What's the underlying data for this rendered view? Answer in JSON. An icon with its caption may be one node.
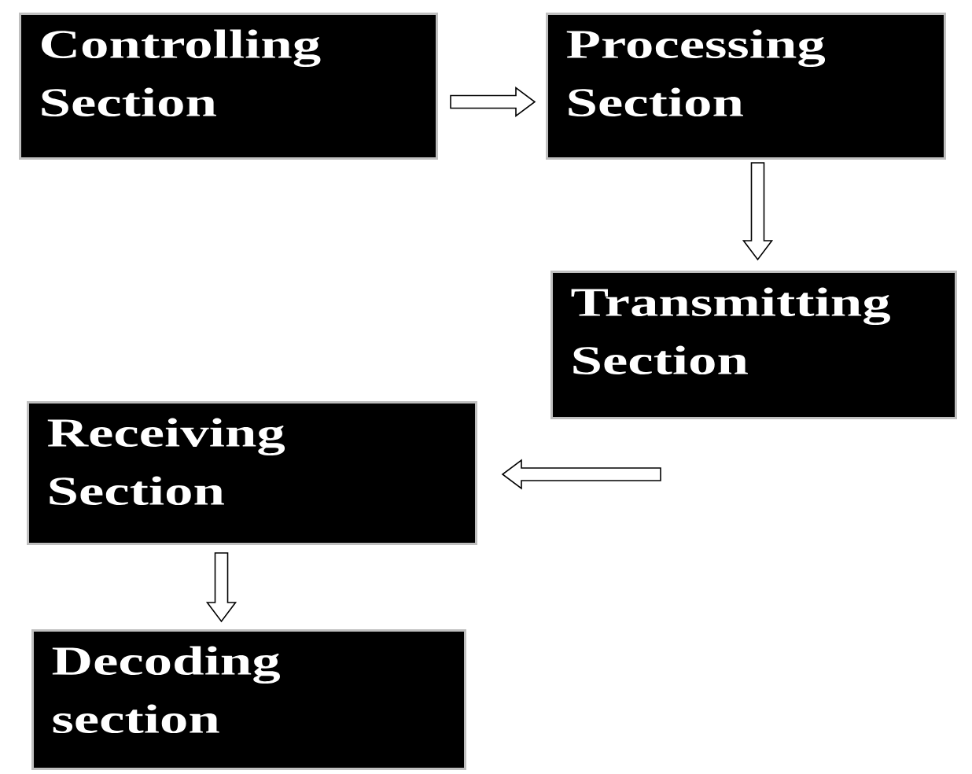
{
  "diagram": {
    "nodes": [
      {
        "text": [
          "Controlling Section"
        ]
      },
      {
        "text": [
          "Processing Section"
        ]
      },
      {
        "text": [
          "Transmitting Section"
        ]
      },
      {
        "text": [
          "Receiving Section"
        ]
      },
      {
        "text": [
          "Decoding section"
        ]
      }
    ],
    "edges": [
      {
        "from": 0,
        "to": 1,
        "arrow": "to"
      },
      {
        "from": 1,
        "to": 2,
        "arrow": "to"
      },
      {
        "from": 2,
        "to": 3,
        "arrow": "to"
      },
      {
        "from": 3,
        "to": 4,
        "arrow": "to"
      }
    ]
  }
}
